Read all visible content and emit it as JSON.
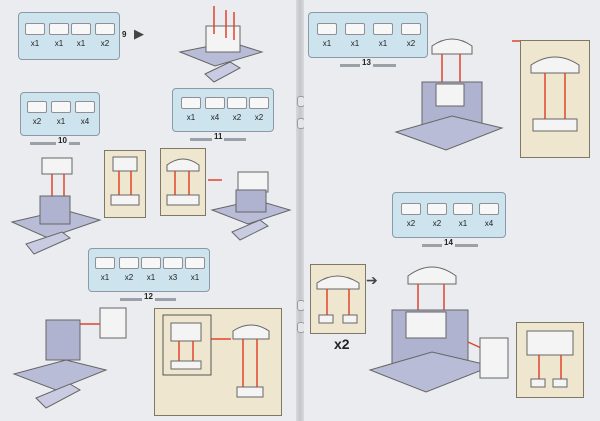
{
  "steps": [
    {
      "number": "9",
      "parts": [
        "x1",
        "x1",
        "x1",
        "x2"
      ]
    },
    {
      "number": "10",
      "parts": [
        "x2",
        "x1",
        "x4"
      ]
    },
    {
      "number": "11",
      "parts": [
        "x1",
        "x4",
        "x2",
        "x2"
      ]
    },
    {
      "number": "12",
      "parts": [
        "x1",
        "x2",
        "x1",
        "x3",
        "x1"
      ]
    },
    {
      "number": "13",
      "parts": [
        "x1",
        "x1",
        "x1",
        "x2"
      ]
    },
    {
      "number": "14",
      "parts": [
        "x2",
        "x2",
        "x1",
        "x4"
      ]
    }
  ],
  "subassembly": {
    "multiplier": "x2"
  },
  "colors": {
    "page": "#ebecef",
    "parts_box": "#cde3ee",
    "sub_box": "#efe6cf",
    "arrow": "#e0452e",
    "brick_shade": "#b9bcd6"
  },
  "icons": [
    "brick-icon",
    "arrow-right-icon",
    "red-down-arrow-icon"
  ]
}
